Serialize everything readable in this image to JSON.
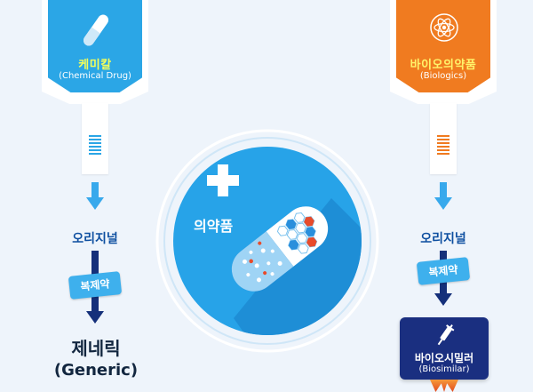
{
  "left": {
    "title": "케미칼",
    "subtitle": "(Chemical Drug)",
    "original": "오리지널",
    "process": "복제약",
    "result_title": "제네릭",
    "result_sub": "(Generic)",
    "icon": "pill-icon"
  },
  "right": {
    "title": "바이오의약품",
    "subtitle": "(Biologics)",
    "original": "오리지널",
    "process": "복제약",
    "result_title": "바이오시밀러",
    "result_sub": "(Biosimilar)",
    "icon": "atom-icon"
  },
  "center": {
    "label": "의약품",
    "icon": "medical-cross-icon"
  },
  "colors": {
    "blue": "#2ba6e6",
    "orange": "#f07b20",
    "navy": "#1a2f80",
    "arrow_light": "#38a9ec",
    "arrow_dark": "#15307a"
  }
}
